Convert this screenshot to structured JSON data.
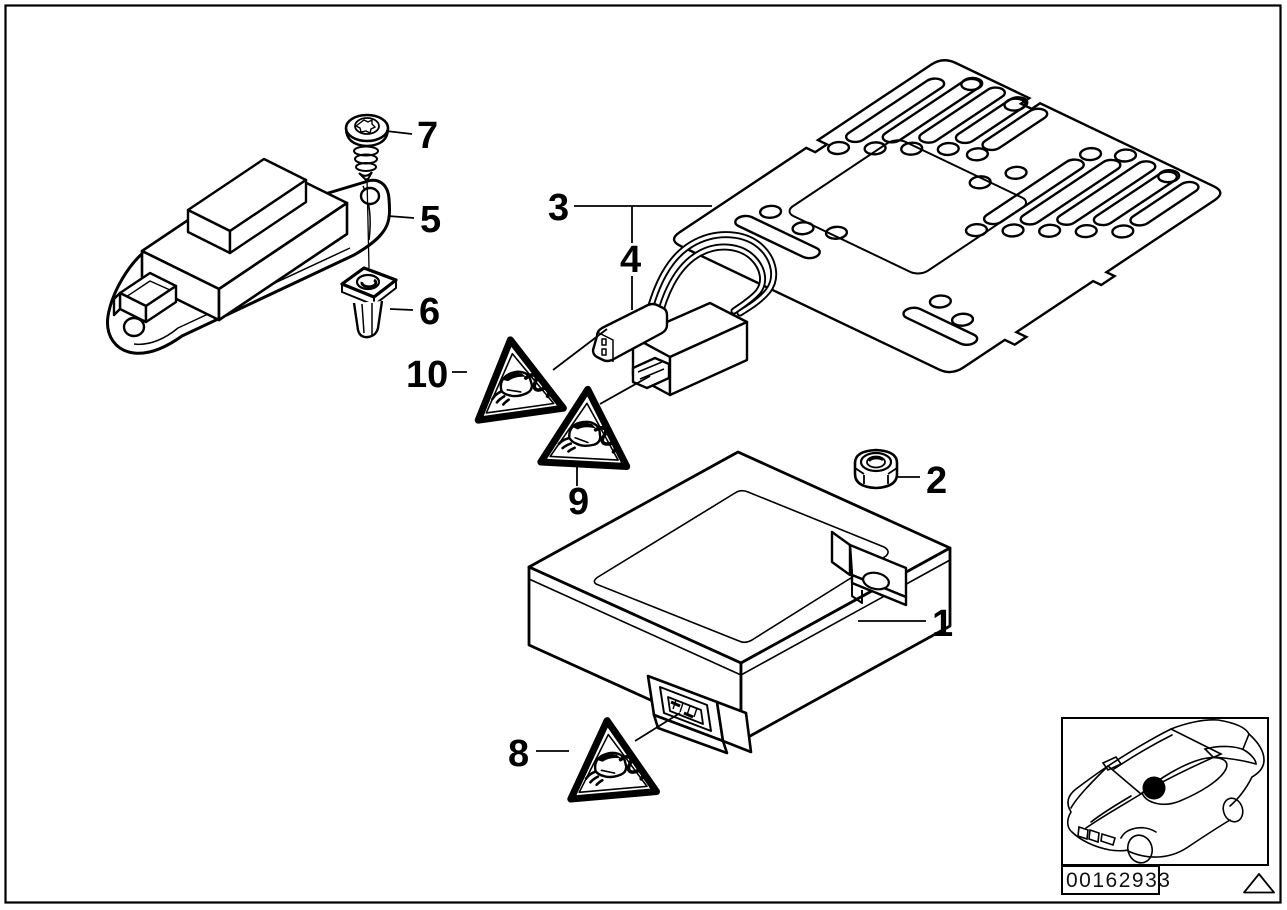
{
  "diagram": {
    "background": "#ffffff",
    "line_color": "#000000"
  },
  "callouts": [
    {
      "label": "1"
    },
    {
      "label": "2"
    },
    {
      "label": "3"
    },
    {
      "label": "4"
    },
    {
      "label": "5"
    },
    {
      "label": "6"
    },
    {
      "label": "7"
    },
    {
      "label": "8"
    },
    {
      "label": "9"
    },
    {
      "label": "10"
    }
  ],
  "warning_symbol": {
    "icon": "airbag-connector-warning-icon",
    "count": 3
  },
  "inset": {
    "icon": "car-position-icon",
    "image_number": "00162933",
    "corner_icon": "triangle-marker-icon"
  }
}
